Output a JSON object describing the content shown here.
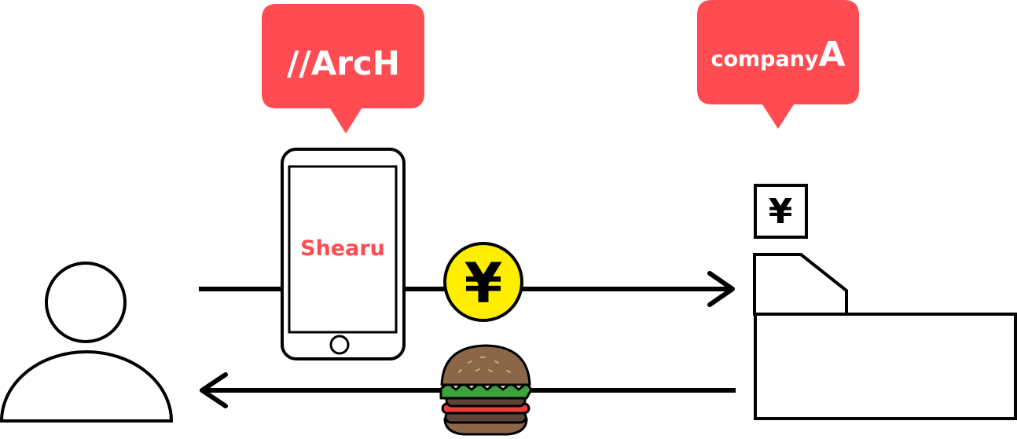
{
  "bubbles": {
    "left_label": "//ArcH",
    "right_label_main": "company",
    "right_label_accent": "A"
  },
  "phone": {
    "app_name": "Shearu"
  },
  "coin": {
    "symbol": "¥"
  },
  "register": {
    "display_symbol": "¥"
  },
  "icons": {
    "person": "person-icon",
    "phone": "smartphone-icon",
    "coin": "yen-coin-icon",
    "burger": "hamburger-icon",
    "register": "cash-register-icon"
  },
  "colors": {
    "accent": "#ff4b52",
    "coin": "#ffee00",
    "stroke": "#000000",
    "bun": "#8b6748",
    "lettuce": "#3aa33a",
    "tomato": "#ee3b3b",
    "patty": "#5b4337"
  }
}
